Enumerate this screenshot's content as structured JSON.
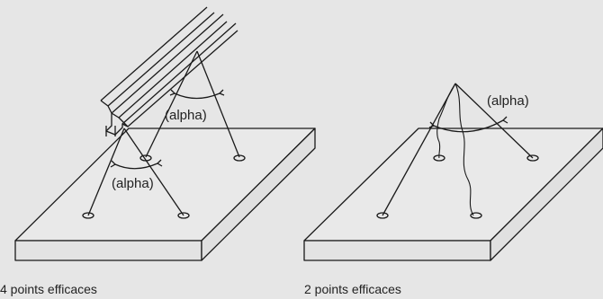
{
  "panels": [
    {
      "angle_labels": [
        "(alpha)",
        "(alpha)"
      ],
      "caption": "4 points efficaces"
    },
    {
      "angle_labels": [
        "(alpha)"
      ],
      "caption": "2 points efficaces"
    }
  ]
}
